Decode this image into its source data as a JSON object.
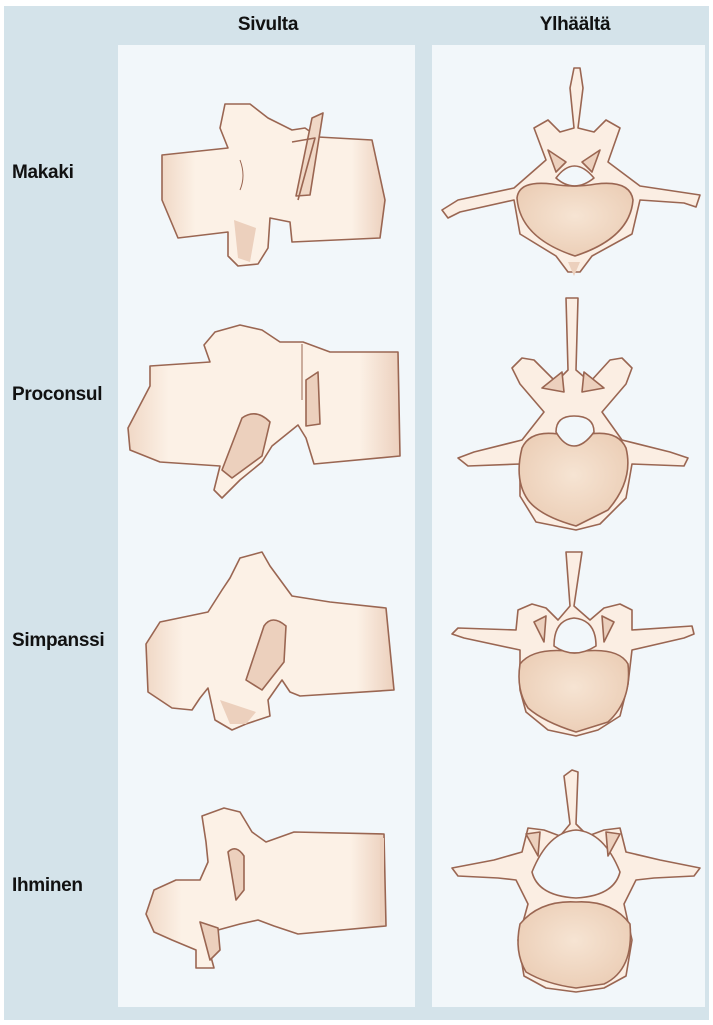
{
  "columns": {
    "side": "Sivulta",
    "top": "Ylhäältä"
  },
  "rows": [
    {
      "label": "Makaki"
    },
    {
      "label": "Proconsul"
    },
    {
      "label": "Simpanssi"
    },
    {
      "label": "Ihminen"
    }
  ],
  "colors": {
    "background": "#d4e3ea",
    "panel": "#f2f7fa",
    "bone_fill": "#fbeee3",
    "bone_shade": "#ecd0bd",
    "centrum_fill": "#f3dcc8",
    "outline": "#9a6652"
  }
}
